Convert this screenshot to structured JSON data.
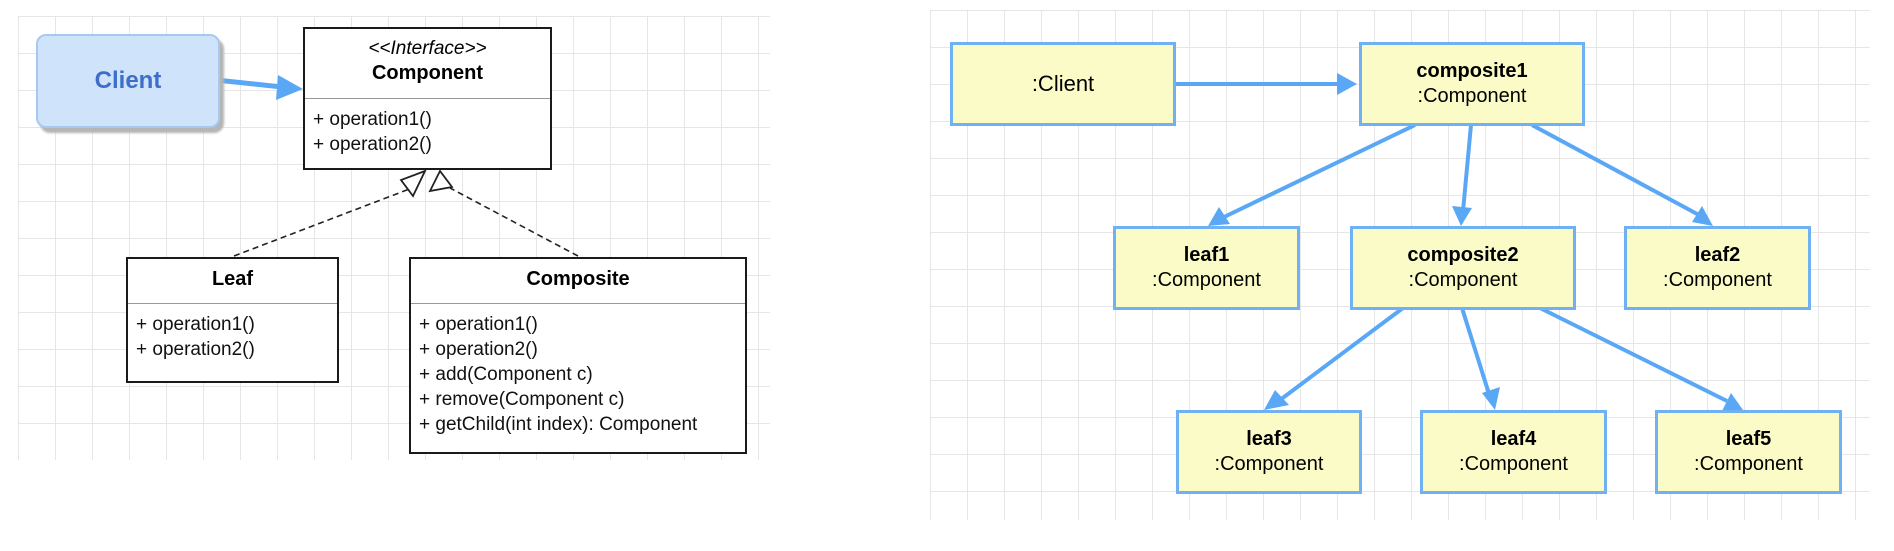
{
  "class_diagram": {
    "client": {
      "label": "Client"
    },
    "component": {
      "stereotype": "<<Interface>>",
      "name": "Component",
      "methods": [
        "+ operation1()",
        "+ operation2()"
      ]
    },
    "leaf": {
      "name": "Leaf",
      "methods": [
        "+ operation1()",
        "+ operation2()"
      ]
    },
    "composite": {
      "name": "Composite",
      "methods": [
        "+ operation1()",
        "+ operation2()",
        "+ add(Component c)",
        "+ remove(Component c)",
        "+ getChild(int index): Component"
      ]
    }
  },
  "object_diagram": {
    "client": {
      "label": ":Client"
    },
    "composite1": {
      "name": "composite1",
      "type": ":Component"
    },
    "leaf1": {
      "name": "leaf1",
      "type": ":Component"
    },
    "composite2": {
      "name": "composite2",
      "type": ":Component"
    },
    "leaf2": {
      "name": "leaf2",
      "type": ":Component"
    },
    "leaf3": {
      "name": "leaf3",
      "type": ":Component"
    },
    "leaf4": {
      "name": "leaf4",
      "type": ":Component"
    },
    "leaf5": {
      "name": "leaf5",
      "type": ":Component"
    }
  },
  "colors": {
    "arrow": "#5aa8f5",
    "node_fill": "#fbfbc7",
    "node_border": "#6fb1f2",
    "client_fill": "#cfe4fb",
    "client_text": "#3d6ecb"
  }
}
